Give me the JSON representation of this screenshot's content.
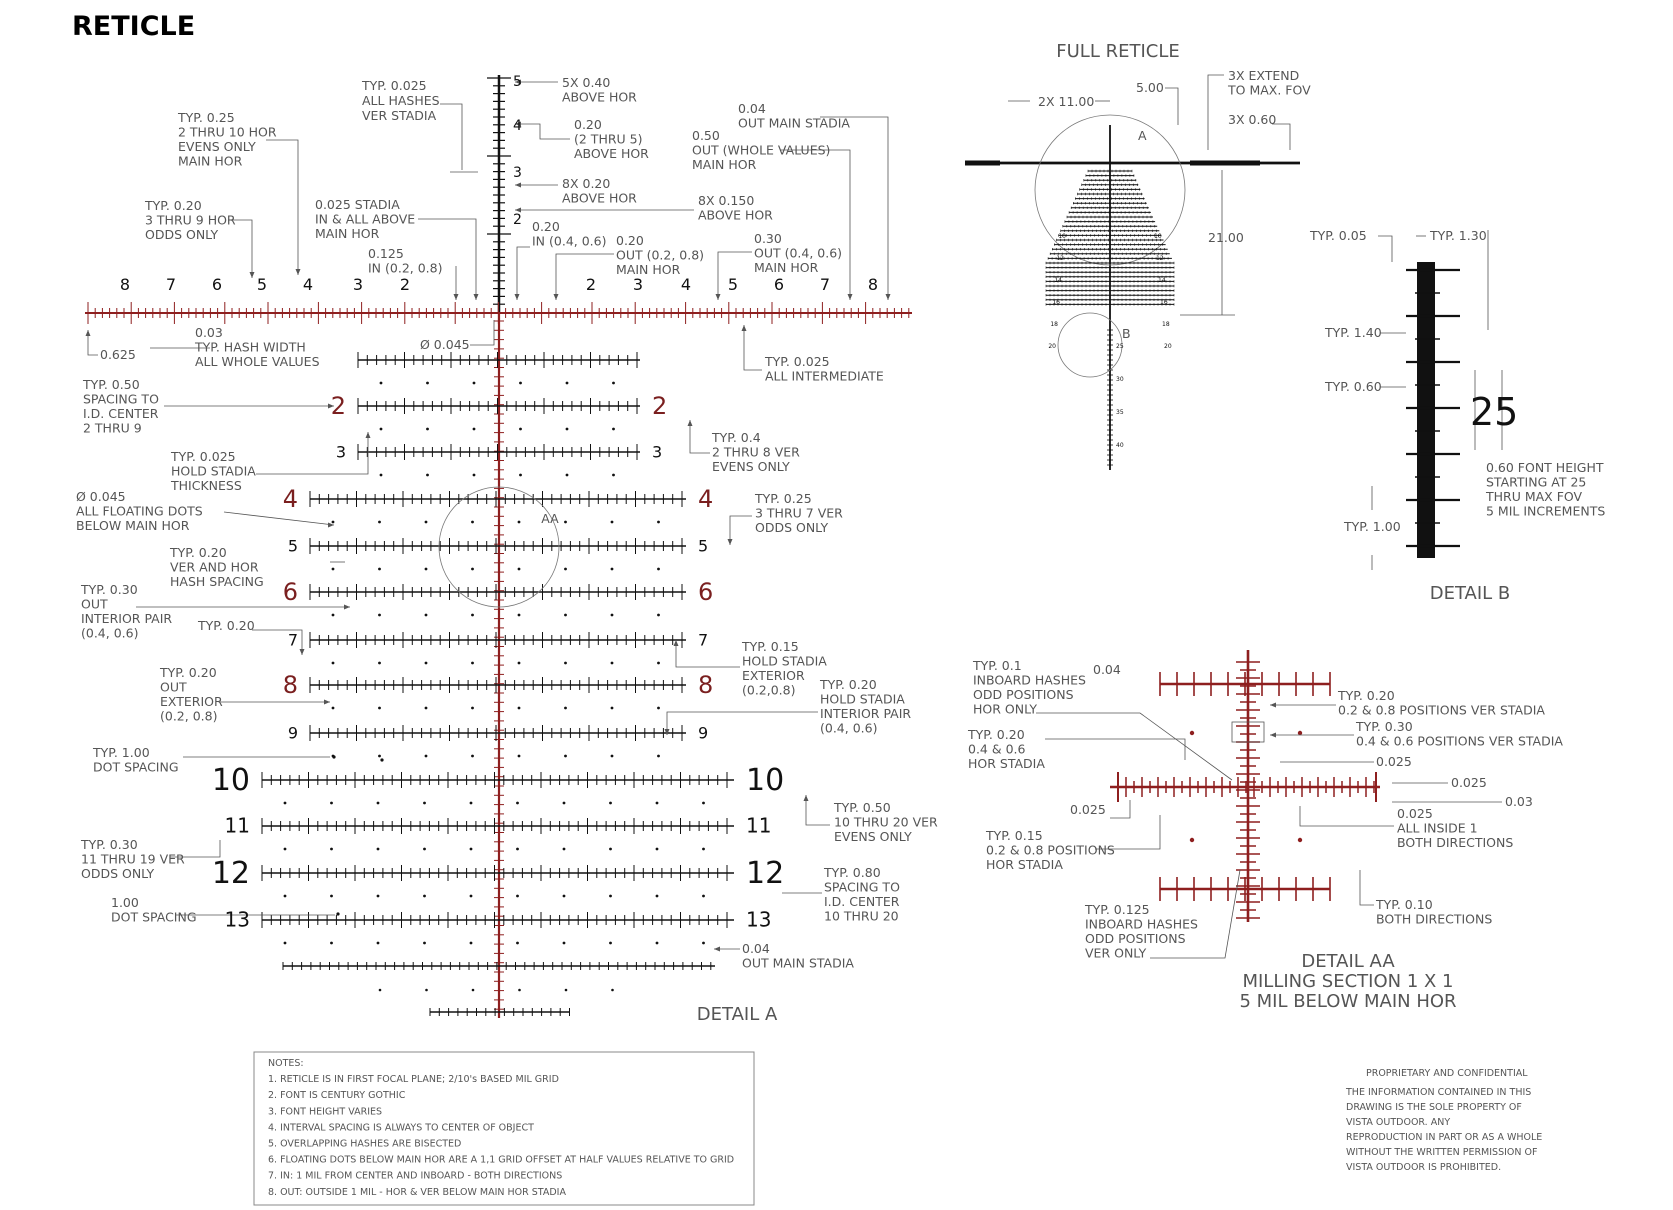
{
  "title": "RETICLE",
  "sections": {
    "full_reticle": "FULL RETICLE",
    "detail_a": "DETAIL A",
    "detail_b": "DETAIL B",
    "detail_aa": [
      "DETAIL AA",
      "MILLING SECTION 1 X 1",
      "5 MIL BELOW MAIN HOR"
    ]
  },
  "detail_a_numbers": {
    "upper_ver": [
      "5",
      "4",
      "3",
      "2"
    ],
    "hor_left": [
      "8",
      "7",
      "6",
      "5",
      "4",
      "3",
      "2"
    ],
    "hor_right": [
      "2",
      "3",
      "4",
      "5",
      "6",
      "7",
      "8"
    ],
    "rows": [
      "2",
      "3",
      "4",
      "5",
      "6",
      "7",
      "8",
      "9",
      "10",
      "11",
      "12",
      "13"
    ]
  },
  "detail_b_number": "25",
  "full_reticle_ver_labels": [
    "25",
    "30",
    "35",
    "40"
  ],
  "full_reticle_row_labels": [
    "10",
    "12",
    "14",
    "16",
    "18",
    "20"
  ],
  "annotations": {
    "a1": [
      "TYP. 0.025",
      "ALL HASHES",
      "VER STADIA"
    ],
    "a2": [
      "5X 0.40",
      "ABOVE HOR"
    ],
    "a3": [
      "0.20",
      "(2 THRU 5)",
      "ABOVE HOR"
    ],
    "a4": [
      "8X 0.20",
      "ABOVE HOR"
    ],
    "a5": [
      "8X 0.150",
      "ABOVE HOR"
    ],
    "a6": [
      "TYP. 0.25",
      "2 THRU 10 HOR",
      "EVENS ONLY",
      "MAIN HOR"
    ],
    "a7": [
      "TYP. 0.20",
      "3 THRU 9 HOR",
      "ODDS ONLY"
    ],
    "a8": [
      "0.025 STADIA",
      "IN & ALL ABOVE",
      "MAIN HOR"
    ],
    "a9": [
      "0.125",
      "IN (0.2, 0.8)"
    ],
    "a10": [
      "0.20",
      "IN (0.4, 0.6)"
    ],
    "a11": [
      "0.20",
      "OUT (0.2, 0.8)",
      "MAIN HOR"
    ],
    "a12": [
      "0.30",
      "OUT (0.4, 0.6)",
      "MAIN HOR"
    ],
    "a13": [
      "0.50",
      "OUT (WHOLE VALUES)",
      "MAIN HOR"
    ],
    "a14": [
      "0.04",
      "OUT MAIN STADIA"
    ],
    "a15": [
      "0.625"
    ],
    "a16": [
      "0.03",
      "TYP. HASH WIDTH",
      "ALL WHOLE VALUES"
    ],
    "a17": [
      "Ø 0.045"
    ],
    "a18": [
      "TYP. 0.025",
      "ALL INTERMEDIATE"
    ],
    "a19": [
      "TYP. 0.50",
      "SPACING TO",
      "I.D. CENTER",
      "2 THRU 9"
    ],
    "a20": [
      "TYP. 0.4",
      "2 THRU 8 VER",
      "EVENS ONLY"
    ],
    "a21": [
      "TYP. 0.025",
      "HOLD STADIA",
      "THICKNESS"
    ],
    "a22": [
      "Ø 0.045",
      "ALL FLOATING DOTS",
      "BELOW MAIN HOR"
    ],
    "a23": [
      "TYP. 0.25",
      "3 THRU 7 VER",
      "ODDS ONLY"
    ],
    "a24": [
      "TYP. 0.20",
      "VER AND HOR",
      "HASH SPACING"
    ],
    "a25": [
      "TYP. 0.30",
      "OUT",
      "INTERIOR PAIR",
      "(0.4, 0.6)"
    ],
    "a26": [
      "TYP. 0.20"
    ],
    "a27": [
      "TYP. 0.15",
      "HOLD STADIA",
      "EXTERIOR",
      "(0.2,0.8)"
    ],
    "a28": [
      "TYP. 0.20",
      "OUT",
      "EXTERIOR",
      "(0.2, 0.8)"
    ],
    "a29": [
      "TYP. 0.20",
      "HOLD STADIA",
      "INTERIOR PAIR",
      "(0.4, 0.6)"
    ],
    "a30": [
      "TYP. 1.00",
      "DOT SPACING"
    ],
    "a31": [
      "TYP. 0.50",
      "10 THRU 20 VER",
      "EVENS ONLY"
    ],
    "a32": [
      "TYP. 0.30",
      "11 THRU 19 VER",
      "ODDS ONLY"
    ],
    "a33": [
      "TYP. 0.80",
      "SPACING TO",
      "I.D. CENTER",
      "10 THRU 20"
    ],
    "a34": [
      "1.00",
      "DOT SPACING"
    ],
    "a35": [
      "0.04",
      "OUT MAIN STADIA"
    ],
    "a36": [
      "AA"
    ],
    "f1": [
      "2X 11.00"
    ],
    "f2": [
      "5.00"
    ],
    "f3": [
      "3X EXTEND",
      "TO MAX. FOV"
    ],
    "f4": [
      "3X 0.60"
    ],
    "f5": [
      "21.00"
    ],
    "f6": [
      "A"
    ],
    "f7": [
      "B"
    ],
    "b1": [
      "TYP. 0.05"
    ],
    "b2": [
      "TYP. 1.30"
    ],
    "b3": [
      "TYP. 1.40"
    ],
    "b4": [
      "TYP. 0.60"
    ],
    "b5": [
      "0.60 FONT HEIGHT",
      "STARTING AT 25",
      "THRU MAX FOV",
      "5 MIL INCREMENTS"
    ],
    "b6": [
      "TYP. 1.00"
    ],
    "c1": [
      "TYP. 0.1",
      "INBOARD HASHES",
      "ODD POSITIONS",
      "HOR ONLY"
    ],
    "c2": [
      "0.04"
    ],
    "c3": [
      "TYP. 0.20",
      "0.2 & 0.8 POSITIONS VER STADIA"
    ],
    "c4": [
      "TYP. 0.30",
      "0.4 & 0.6 POSITIONS VER STADIA"
    ],
    "c5": [
      "TYP. 0.20",
      "0.4 & 0.6",
      "HOR STADIA"
    ],
    "c6": [
      "0.025"
    ],
    "c7": [
      "0.025"
    ],
    "c8": [
      "0.025"
    ],
    "c9": [
      "0.03"
    ],
    "c10": [
      "0.025",
      "ALL INSIDE 1",
      "BOTH DIRECTIONS"
    ],
    "c11": [
      "TYP. 0.15",
      "0.2 & 0.8 POSITIONS",
      "HOR STADIA"
    ],
    "c12": [
      "TYP. 0.10",
      "BOTH DIRECTIONS"
    ],
    "c13": [
      "TYP. 0.125",
      "INBOARD HASHES",
      "ODD POSITIONS",
      "VER ONLY"
    ]
  },
  "notes": [
    "NOTES:",
    "1.  RETICLE IS IN FIRST FOCAL PLANE; 2/10's BASED MIL GRID",
    "2.  FONT IS CENTURY GOTHIC",
    "3.  FONT HEIGHT VARIES",
    "4.  INTERVAL SPACING IS ALWAYS TO CENTER OF OBJECT",
    "5.  OVERLAPPING HASHES ARE BISECTED",
    "6.  FLOATING DOTS BELOW MAIN HOR ARE A 1,1 GRID OFFSET AT HALF VALUES RELATIVE TO GRID",
    "7.  IN:  1 MIL FROM CENTER AND INBOARD - BOTH DIRECTIONS",
    "8.  OUT:  OUTSIDE 1 MIL - HOR & VER BELOW MAIN HOR STADIA"
  ],
  "proprietary": [
    "PROPRIETARY AND CONFIDENTIAL",
    "THE INFORMATION CONTAINED IN THIS",
    "DRAWING IS THE SOLE PROPERTY OF",
    "VISTA OUTDOOR.  ANY",
    "REPRODUCTION IN PART OR AS A WHOLE",
    "WITHOUT THE WRITTEN PERMISSION OF",
    "VISTA OUTDOOR IS PROHIBITED."
  ]
}
